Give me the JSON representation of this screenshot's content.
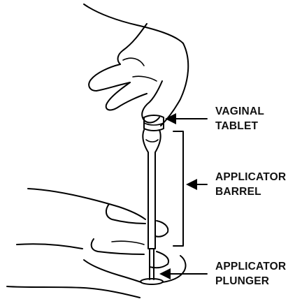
{
  "callouts": [
    {
      "line1": "VAGINAL",
      "line2": "TABLET"
    },
    {
      "line1": "APPLICATOR",
      "line2": "BARREL"
    },
    {
      "line1": "APPLICATOR",
      "line2": "PLUNGER"
    }
  ]
}
